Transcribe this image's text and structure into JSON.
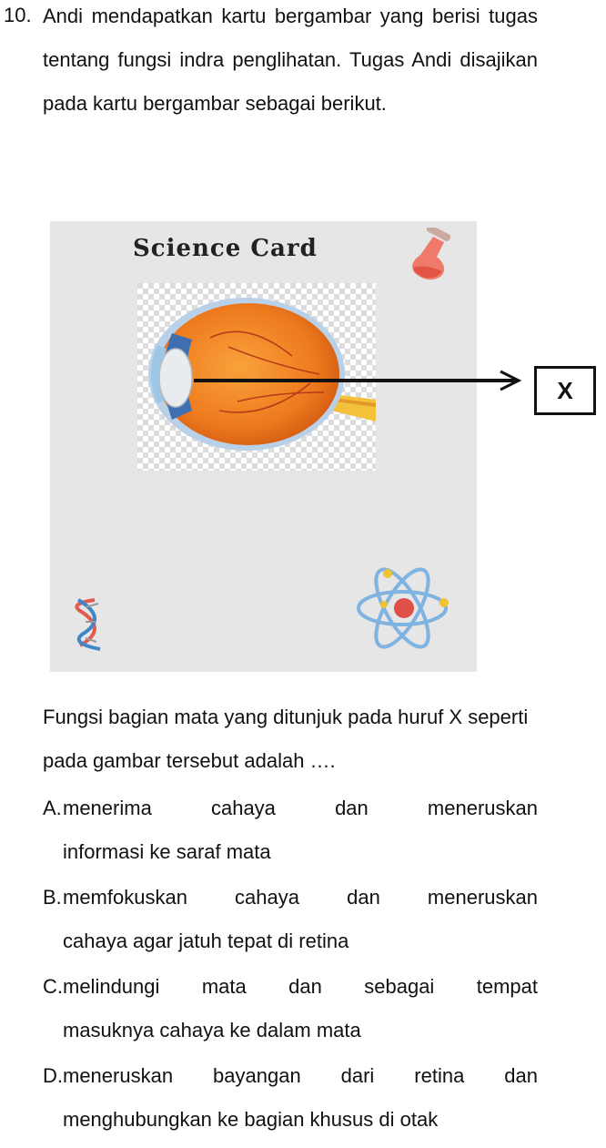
{
  "question": {
    "number": "10.",
    "stem": "Andi mendapatkan kartu bergambar yang berisi tugas tentang fungsi indra penglihatan. Tugas Andi disajikan pada kartu bergambar sebagai berikut.",
    "prompt": "Fungsi bagian mata yang ditunjuk pada huruf X seperti pada gambar tersebut adalah …."
  },
  "card": {
    "title": "Science Card",
    "pointer_label": "X"
  },
  "options": [
    {
      "letter": "A.",
      "first": "menerima cahaya dan meneruskan",
      "rest": "informasi ke saraf mata"
    },
    {
      "letter": "B.",
      "first": "memfokuskan cahaya dan meneruskan",
      "rest": "cahaya agar jatuh tepat di retina"
    },
    {
      "letter": "C.",
      "first": "melindungi mata dan sebagai tempat",
      "rest": "masuknya cahaya ke dalam mata"
    },
    {
      "letter": "D.",
      "first": "meneruskan bayangan dari retina dan",
      "rest": "menghubungkan ke bagian khusus di otak"
    }
  ]
}
